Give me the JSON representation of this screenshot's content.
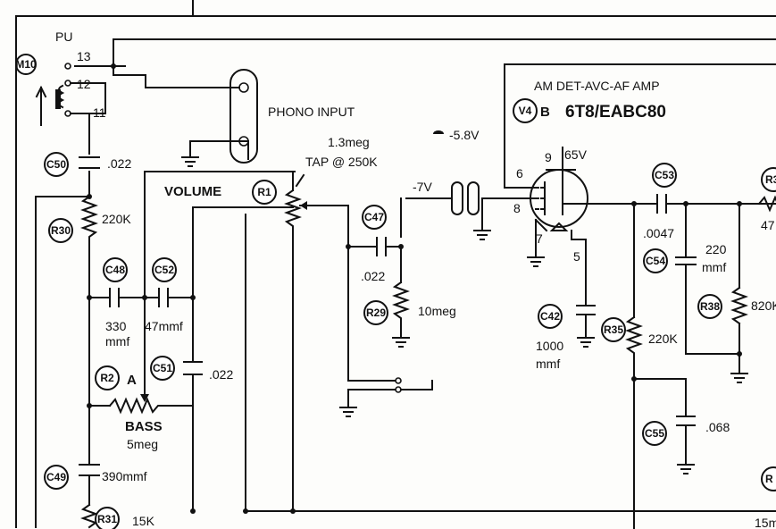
{
  "pickup": {
    "label": "PU",
    "motor": "M10",
    "pins": [
      "13",
      "12",
      "11"
    ]
  },
  "phono_input": "PHONO INPUT",
  "volume": {
    "label": "VOLUME",
    "ref": "R1",
    "value": "1.3meg",
    "tap": "TAP @ 250K"
  },
  "tube": {
    "function": "AM DET-AVC-AF AMP",
    "ref": "V4",
    "section": "B",
    "type": "6T8/EABC80",
    "pins": [
      "6",
      "9",
      "8",
      "7",
      "5"
    ],
    "plate_volts": "65V",
    "bias_volts": "-5.8V",
    "grid_volts": "-7V"
  },
  "parts": {
    "c50": {
      "ref": "C50",
      "value": ".022"
    },
    "r30": {
      "ref": "R30",
      "value": "220K"
    },
    "c48": {
      "ref": "C48",
      "value": "330",
      "unit": "mmf"
    },
    "c52": {
      "ref": "C52",
      "value": "47mmf"
    },
    "r2": {
      "ref": "R2",
      "tap": "A",
      "label": "BASS",
      "value": "5meg"
    },
    "c51": {
      "ref": "C51",
      "value": ".022"
    },
    "c49": {
      "ref": "C49",
      "value": "390mmf"
    },
    "r31": {
      "ref": "R31",
      "value": "15K"
    },
    "c47": {
      "ref": "C47",
      "value": ".022"
    },
    "r29": {
      "ref": "R29",
      "value": "10meg"
    },
    "c42": {
      "ref": "C42",
      "value": "1000",
      "unit": "mmf"
    },
    "r35": {
      "ref": "R35",
      "value": "220K"
    },
    "c53": {
      "ref": "C53",
      "value": ".0047"
    },
    "c54": {
      "ref": "C54",
      "value": "220",
      "unit": "mmf"
    },
    "r38": {
      "ref": "R38",
      "value": "820K"
    },
    "c55": {
      "ref": "C55",
      "value": ".068"
    },
    "r3x": {
      "ref": "R3",
      "value": "47"
    },
    "rx": {
      "ref": "R",
      "value": "15m"
    }
  }
}
